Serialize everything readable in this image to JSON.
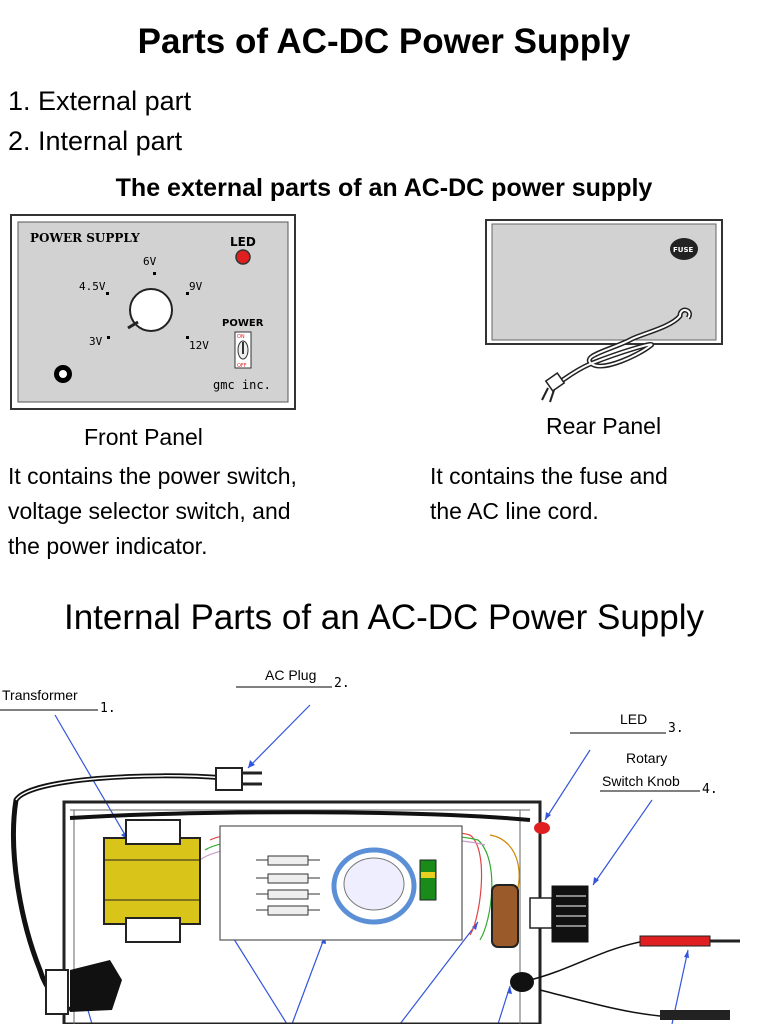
{
  "page": {
    "title": "Parts of AC-DC Power Supply",
    "list": [
      "1. External part",
      "2. Internal part"
    ],
    "external_heading": "The external parts of an AC-DC power supply",
    "internal_heading": "Internal Parts of an AC-DC Power Supply"
  },
  "front_panel": {
    "caption": "Front Panel",
    "description": [
      "It contains the power switch,",
      "voltage selector switch, and",
      "the power indicator."
    ],
    "label_power_supply": "POWER SUPPLY",
    "label_led": "LED",
    "label_power": "POWER",
    "label_on": "ON",
    "label_off": "OFF",
    "label_brand": "gmc inc.",
    "voltages": [
      "6V",
      "4.5V",
      "9V",
      "3V",
      "12V"
    ]
  },
  "rear_panel": {
    "caption": "Rear Panel",
    "description": [
      "It contains the fuse and",
      "the AC line cord."
    ],
    "label_fuse": "FUSE"
  },
  "internal_diagram": {
    "labels": [
      {
        "text": "Transformer",
        "num": "1."
      },
      {
        "text": "AC Plug",
        "num": "2."
      },
      {
        "text": "LED",
        "num": "3."
      },
      {
        "text": "Rotary",
        "num": ""
      },
      {
        "text": "Switch Knob",
        "num": "4."
      }
    ]
  },
  "colors": {
    "led": "#e02020",
    "panel": "#d2d2d2",
    "transformer": "#d9c51a",
    "arrow": "#3355dd",
    "capacitor": "#5b8fd6"
  }
}
